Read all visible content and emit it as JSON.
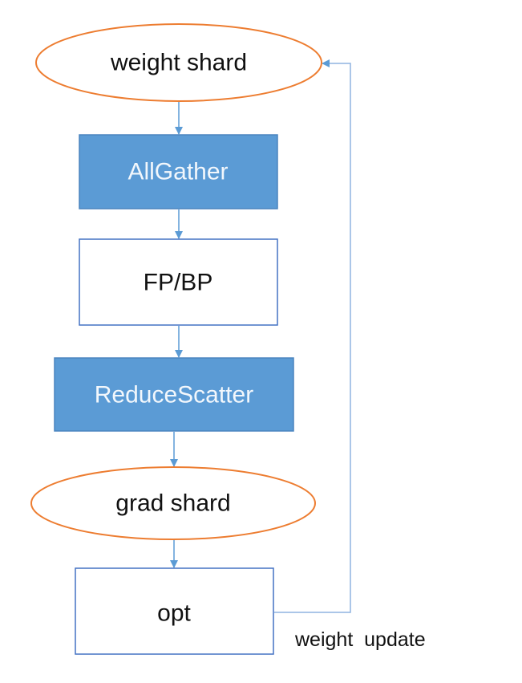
{
  "diagram": {
    "type": "flowchart",
    "colors": {
      "ellipse_stroke": "#ed7d31",
      "box_stroke": "#4472c4",
      "box_fill_accent": "#5b9bd5",
      "arrow": "#5b9bd5",
      "text_dark": "#111111",
      "text_light": "#f2f7fc"
    },
    "nodes": [
      {
        "id": "weight-shard",
        "shape": "ellipse",
        "style": "outline-orange",
        "label": "weight shard"
      },
      {
        "id": "allgather",
        "shape": "rect",
        "style": "filled-blue",
        "label": "AllGather"
      },
      {
        "id": "fpbp",
        "shape": "rect",
        "style": "outline-blue",
        "label": "FP/BP"
      },
      {
        "id": "reducescatter",
        "shape": "rect",
        "style": "filled-blue",
        "label": "ReduceScatter"
      },
      {
        "id": "grad-shard",
        "shape": "ellipse",
        "style": "outline-orange",
        "label": "grad shard"
      },
      {
        "id": "opt",
        "shape": "rect",
        "style": "outline-blue",
        "label": "opt"
      }
    ],
    "edges": [
      {
        "from": "weight-shard",
        "to": "allgather",
        "label": ""
      },
      {
        "from": "allgather",
        "to": "fpbp",
        "label": ""
      },
      {
        "from": "fpbp",
        "to": "reducescatter",
        "label": ""
      },
      {
        "from": "reducescatter",
        "to": "grad-shard",
        "label": ""
      },
      {
        "from": "grad-shard",
        "to": "opt",
        "label": ""
      },
      {
        "from": "opt",
        "to": "weight-shard",
        "label": "weight  update"
      }
    ]
  }
}
